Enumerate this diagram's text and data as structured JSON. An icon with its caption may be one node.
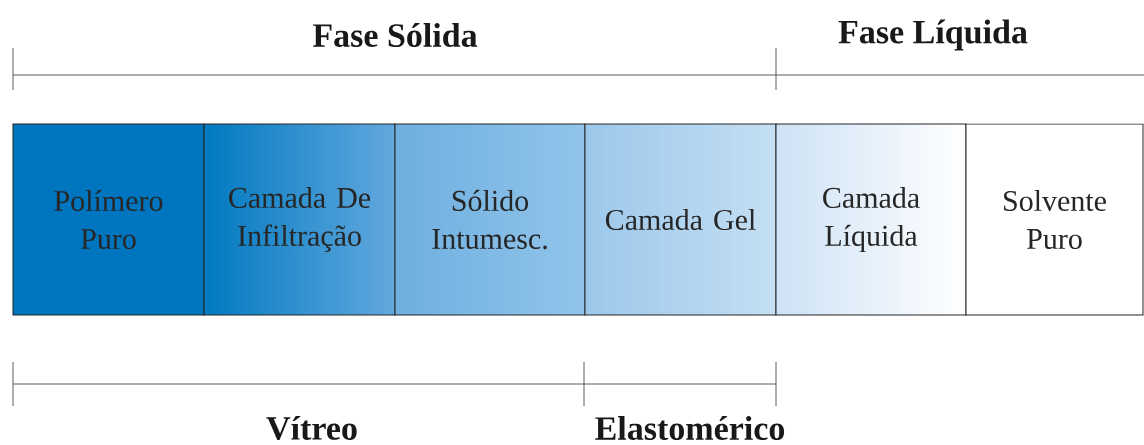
{
  "diagram": {
    "nodes": [
      {
        "text": [
          "Polímero Puro"
        ]
      },
      {
        "text": [
          "Camada De Infiltração"
        ]
      },
      {
        "text": [
          "Sólido Intumesc."
        ]
      },
      {
        "text": [
          "Camada Gel"
        ]
      },
      {
        "text": [
          "Camada Líquida"
        ]
      },
      {
        "text": [
          "Solvente Puro"
        ]
      }
    ],
    "labels": [
      "Fase Sólida",
      "Fase Líquida",
      "Vítreo",
      "Elastomérico"
    ]
  }
}
